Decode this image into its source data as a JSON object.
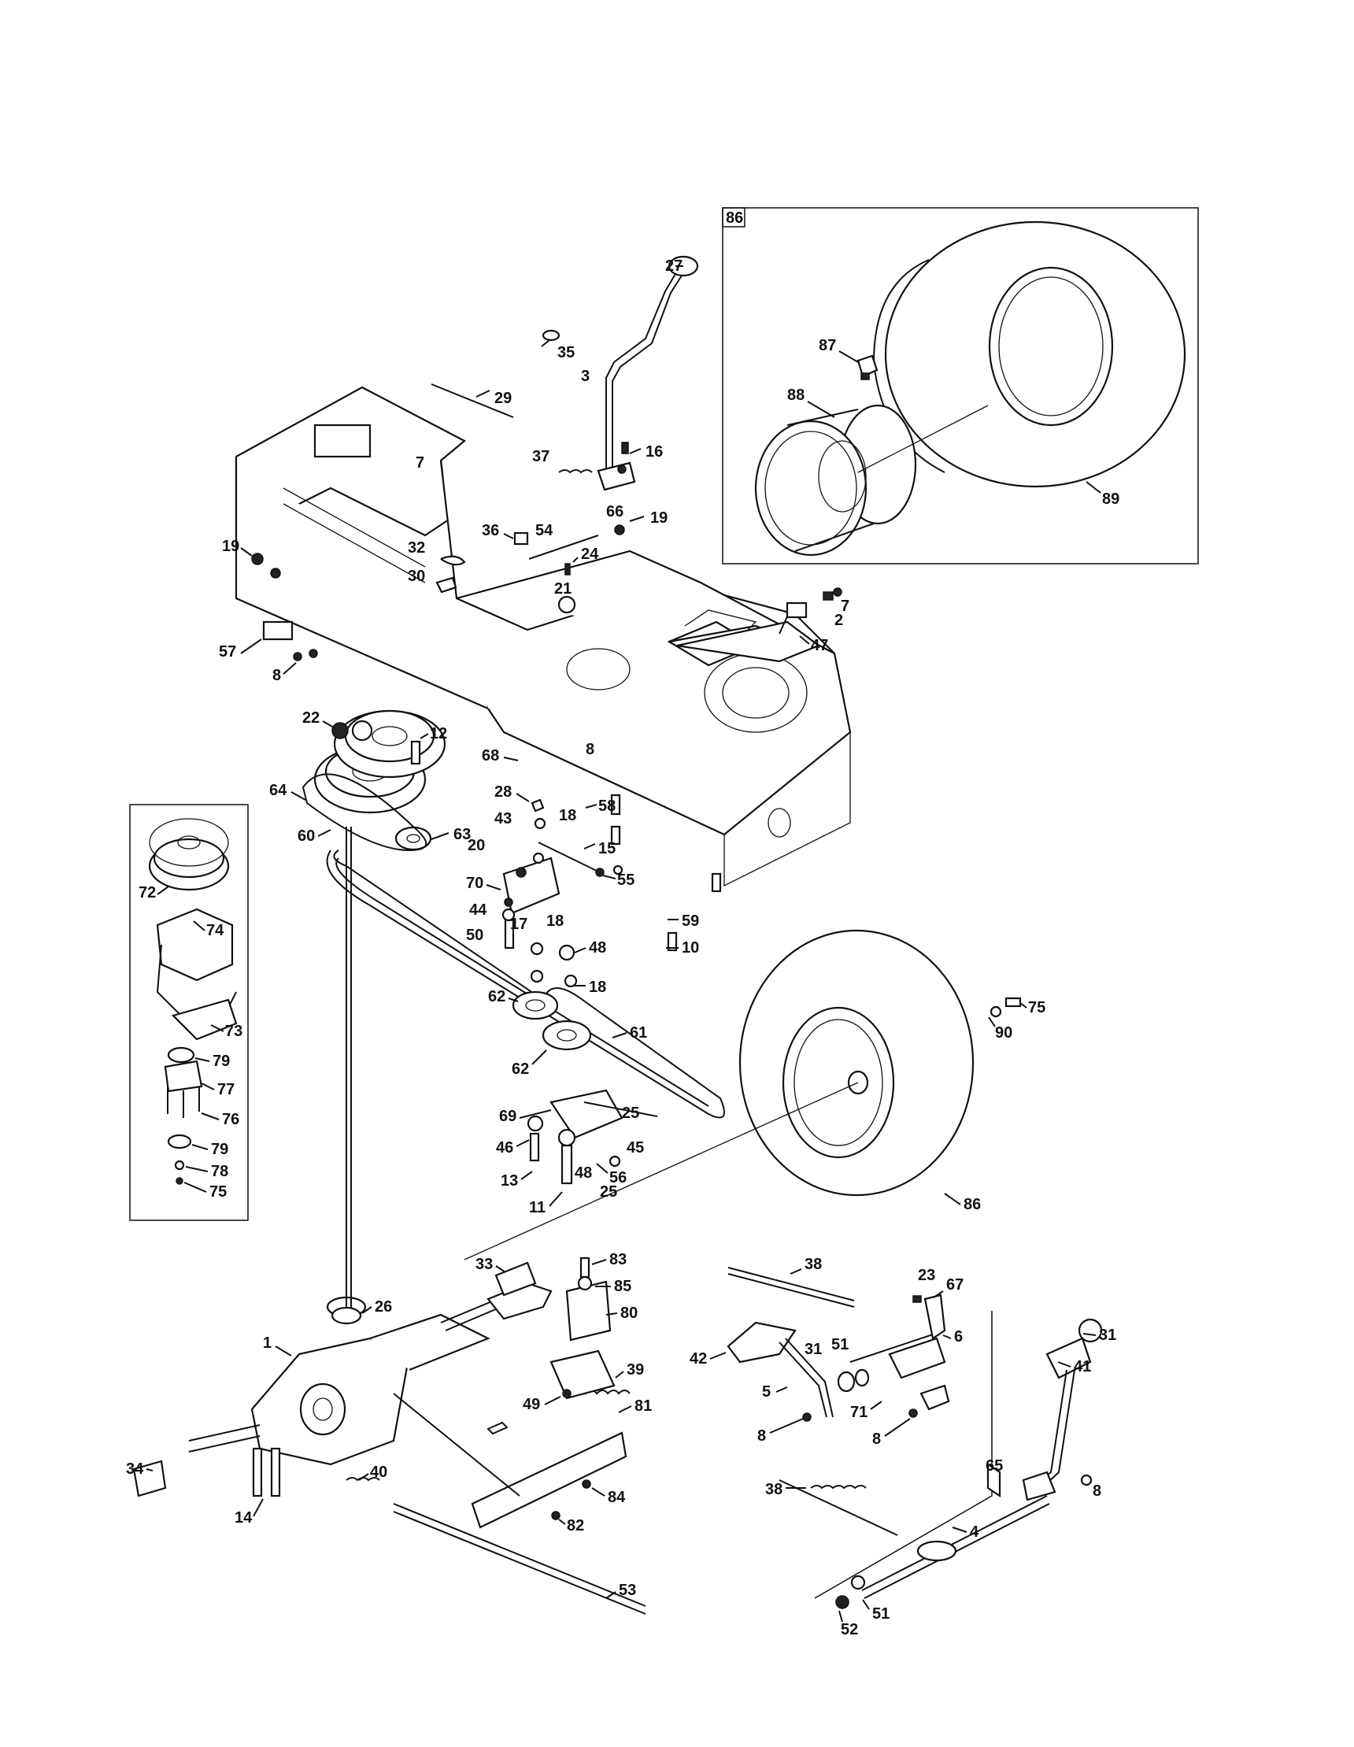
{
  "callouts": {
    "c1": "1",
    "c2": "2",
    "c3": "3",
    "c4": "4",
    "c5": "5",
    "c6": "6",
    "c7a": "7",
    "c7b": "7",
    "c8a": "8",
    "c8b": "8",
    "c8c": "8",
    "c8d": "8",
    "c8e": "8",
    "c10": "10",
    "c11": "11",
    "c12": "12",
    "c13": "13",
    "c14": "14",
    "c15": "15",
    "c16": "16",
    "c17": "17",
    "c18a": "18",
    "c18b": "18",
    "c18c": "18",
    "c19a": "19",
    "c19b": "19",
    "c20": "20",
    "c21": "21",
    "c22": "22",
    "c23": "23",
    "c24": "24",
    "c25a": "25",
    "c25b": "25",
    "c26": "26",
    "c27": "27",
    "c28": "28",
    "c29": "29",
    "c30": "30",
    "c31a": "31",
    "c31b": "31",
    "c32": "32",
    "c33": "33",
    "c34": "34",
    "c35": "35",
    "c36": "36",
    "c37": "37",
    "c38a": "38",
    "c38b": "38",
    "c39": "39",
    "c40": "40",
    "c41": "41",
    "c42": "42",
    "c43": "43",
    "c44": "44",
    "c45": "45",
    "c46": "46",
    "c47": "47",
    "c48a": "48",
    "c48b": "48",
    "c49": "49",
    "c50": "50",
    "c51a": "51",
    "c51b": "51",
    "c52": "52",
    "c53": "53",
    "c54": "54",
    "c55": "55",
    "c56": "56",
    "c57": "57",
    "c58": "58",
    "c59": "59",
    "c60": "60",
    "c61": "61",
    "c62a": "62",
    "c62b": "62",
    "c63": "63",
    "c64": "64",
    "c65": "65",
    "c66": "66",
    "c67": "67",
    "c68": "68",
    "c69": "69",
    "c70": "70",
    "c71": "71",
    "c72": "72",
    "c73": "73",
    "c74": "74",
    "c75a": "75",
    "c75b": "75",
    "c76": "76",
    "c77": "77",
    "c78": "78",
    "c79a": "79",
    "c79b": "79",
    "c80": "80",
    "c81": "81",
    "c82": "82",
    "c83": "83",
    "c84": "84",
    "c85": "85",
    "c86a": "86",
    "c86b": "86",
    "c87": "87",
    "c88": "88",
    "c89": "89",
    "c90": "90"
  }
}
